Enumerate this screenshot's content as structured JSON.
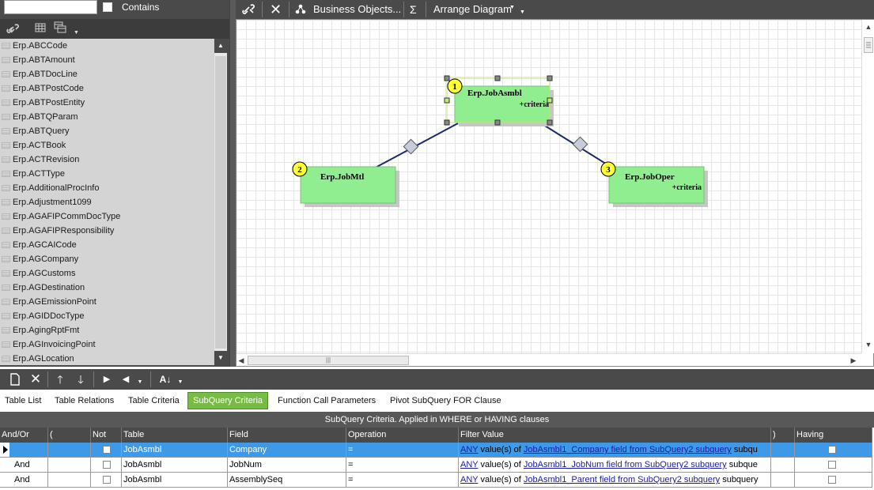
{
  "search": {
    "value": "",
    "contains_label": "Contains"
  },
  "left_list": [
    "Erp.ABCCode",
    "Erp.ABTAmount",
    "Erp.ABTDocLine",
    "Erp.ABTPostCode",
    "Erp.ABTPostEntity",
    "Erp.ABTQParam",
    "Erp.ABTQuery",
    "Erp.ACTBook",
    "Erp.ACTRevision",
    "Erp.ACTType",
    "Erp.AdditionalProcInfo",
    "Erp.Adjustment1099",
    "Erp.AGAFIPCommDocType",
    "Erp.AGAFIPResponsibility",
    "Erp.AGCAICode",
    "Erp.AGCompany",
    "Erp.AGCustoms",
    "Erp.AGDestination",
    "Erp.AGEmissionPoint",
    "Erp.AGIDDocType",
    "Erp.AgingRptFmt",
    "Erp.AGInvoicingPoint",
    "Erp.AGLocation"
  ],
  "diagram_toolbar": {
    "business_objects": "Business Objects...",
    "sum_symbol": "Σ",
    "arrange_diagram": "Arrange Diagram"
  },
  "diagram": {
    "nodes": [
      {
        "badge": "1",
        "title": "Erp.JobAsmbl",
        "subtitle": "+criteria"
      },
      {
        "badge": "2",
        "title": "Erp.JobMtl",
        "subtitle": ""
      },
      {
        "badge": "3",
        "title": "Erp.JobOper",
        "subtitle": "+criteria"
      }
    ]
  },
  "tabs": [
    {
      "label": "Table List",
      "active": false
    },
    {
      "label": "Table Relations",
      "active": false
    },
    {
      "label": "Table Criteria",
      "active": false
    },
    {
      "label": "SubQuery Criteria",
      "active": true
    },
    {
      "label": "Function Call Parameters",
      "active": false
    },
    {
      "label": "Pivot SubQuery FOR Clause",
      "active": false
    }
  ],
  "criteria_header": "SubQuery Criteria. Applied in WHERE or HAVING clauses",
  "grid": {
    "columns": [
      "And/Or",
      "(",
      "Not",
      "Table",
      "Field",
      "Operation",
      "Filter Value",
      ")",
      "Having"
    ],
    "rows": [
      {
        "andor": "",
        "table": "JobAsmbl",
        "field": "Company",
        "operation": "=",
        "filter_any": "ANY",
        "filter_mid": " value(s) of ",
        "filter_link": "JobAsmbl1_Company field from SubQuery2 subquery",
        "filter_tail": " subqu"
      },
      {
        "andor": "And",
        "table": "JobAsmbl",
        "field": "JobNum",
        "operation": "=",
        "filter_any": "ANY",
        "filter_mid": " value(s) of ",
        "filter_link": "JobAsmbl1_JobNum field from SubQuery2 subquery",
        "filter_tail": " subque"
      },
      {
        "andor": "And",
        "table": "JobAsmbl",
        "field": "AssemblySeq",
        "operation": "=",
        "filter_any": "ANY",
        "filter_mid": " value(s) of ",
        "filter_link": "JobAsmbl1_Parent field from SubQuery2 subquery",
        "filter_tail": " subquery"
      }
    ]
  }
}
